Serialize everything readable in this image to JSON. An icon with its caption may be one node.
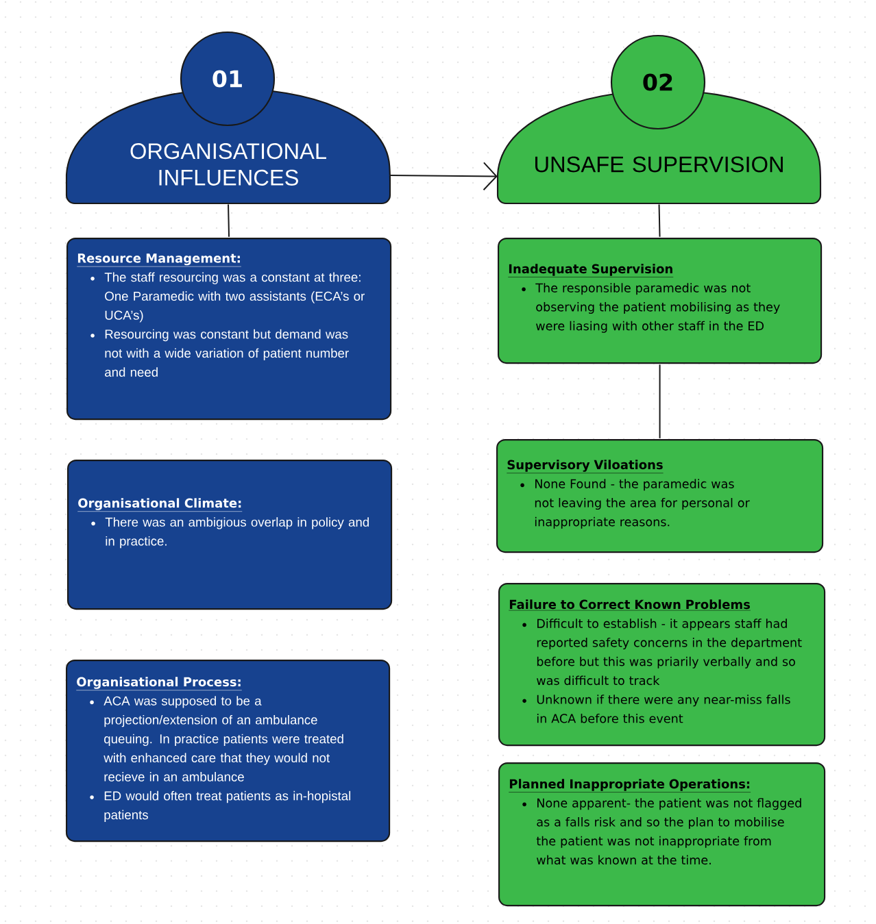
{
  "diagram": {
    "nodes": [
      {
        "text": [
          "01"
        ]
      },
      {
        "text": [
          "ORGANISATIONAL INFLUENCES"
        ]
      },
      {
        "text": [
          "02"
        ]
      },
      {
        "text": [
          "UNSAFE SUPERVISION"
        ]
      },
      {
        "text": [
          "Resource Management:",
          "The staff resourcing was a constant at three: One Paramedic with two assistants (ECA’s or UCA’s)",
          "Resourcing was constant but demand was not with a wide variation of patient number and need"
        ]
      },
      {
        "text": [
          "Organisational Climate:",
          "There was an ambigious overlap in policy and in practice."
        ]
      },
      {
        "text": [
          "Organisational Process:",
          "ACA was supposed to be a projection/extension of an ambulance queuing. In practice patients were treated with enhanced care that they would not recieve in an ambulance",
          "ED would often treat patients as in-hopistal patients"
        ]
      },
      {
        "text": [
          "Inadequate Supervision",
          "The responsible paramedic was not observing the patient mobilising as they were liasing with other staff in the ED"
        ]
      },
      {
        "text": [
          "Supervisory Viloations",
          "None Found - the paramedic was not leaving the area for personal or inappropriate reasons."
        ]
      },
      {
        "text": [
          "Failure to Correct Known Problems",
          "Difficult to establish - it appears staff had reported safety concerns in the department before but this was priarily verbally and so was difficult to track",
          "Unknown if there were any near-miss falls in ACA before this event"
        ]
      },
      {
        "text": [
          "Planned Inappropriate Operations:",
          "None apparent- the patient was not flagged as a falls risk and so the plan to mobilise the patient was not inappropriate from what was known at the time."
        ]
      }
    ],
    "edges": [
      {
        "from": 1,
        "to": 3,
        "arrow": "to"
      },
      {
        "from": 1,
        "to": 4,
        "arrow": "none"
      },
      {
        "from": 3,
        "to": 7,
        "arrow": "none"
      },
      {
        "from": 7,
        "to": 8,
        "arrow": "none"
      }
    ]
  }
}
